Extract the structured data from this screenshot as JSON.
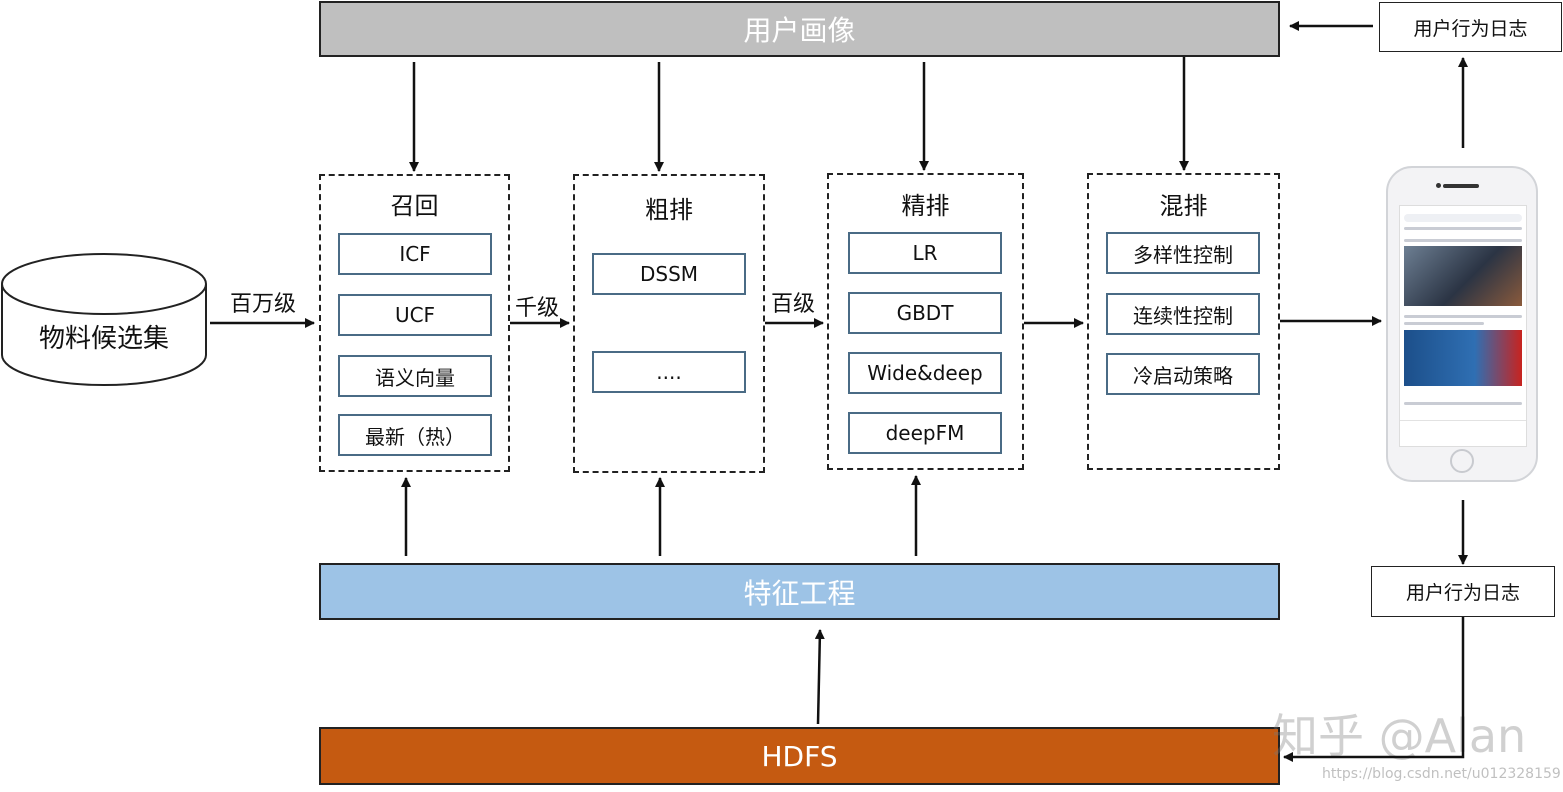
{
  "top_bar": {
    "label": "用户画像",
    "color": "#bfbfbf"
  },
  "feature_bar": {
    "label": "特征工程",
    "color": "#9dc3e6"
  },
  "hdfs_bar": {
    "label": "HDFS",
    "color": "#c55a11"
  },
  "source": {
    "label": "物料候选集"
  },
  "edge_labels": {
    "to_recall": "百万级",
    "to_coarse": "千级",
    "to_fine": "百级"
  },
  "stages": {
    "recall": {
      "title": "召回",
      "items": [
        "ICF",
        "UCF",
        "语义向量",
        "最新（热）"
      ]
    },
    "coarse": {
      "title": "粗排",
      "items": [
        "DSSM",
        "...."
      ]
    },
    "fine": {
      "title": "精排",
      "items": [
        "LR",
        "GBDT",
        "Wide&deep",
        "deepFM"
      ]
    },
    "mix": {
      "title": "混排",
      "items": [
        "多样性控制",
        "连续性控制",
        "冷启动策略"
      ]
    }
  },
  "logs": {
    "top": "用户行为日志",
    "bottom": "用户行为日志"
  },
  "watermark": {
    "brand": "知乎 @Alan",
    "url": "https://blog.csdn.net/u012328159"
  },
  "colors": {
    "algo_border": "#4a6b85"
  }
}
